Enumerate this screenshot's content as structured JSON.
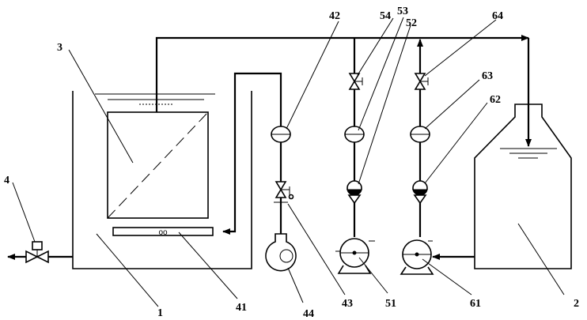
{
  "labels": {
    "tank": "1",
    "water_tank": "2",
    "membrane_module": "3",
    "drain_valve": "4",
    "aerator": "41",
    "flow_meter_air": "42",
    "air_valve": "43",
    "blower": "44",
    "pump_a": "51",
    "check_valve_a": "52",
    "flow_meter_a": "53",
    "valve_a": "54",
    "pump_b": "61",
    "check_valve_b": "62",
    "flow_meter_b": "63",
    "valve_b": "64"
  },
  "aerator_mark": "oo",
  "colors": {
    "line": "#000000",
    "background": "#ffffff"
  }
}
